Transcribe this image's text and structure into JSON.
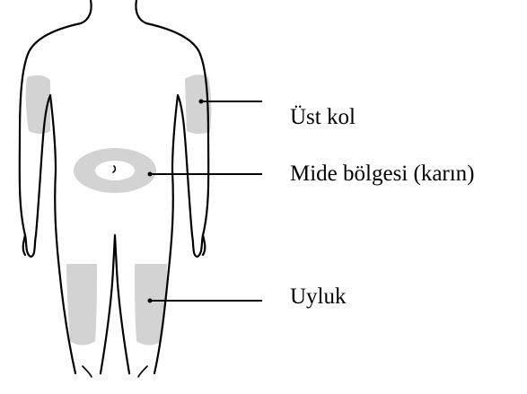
{
  "labels": {
    "upper_arm": "Üst kol",
    "abdomen": "Mide bölgesi (karın)",
    "thigh": "Uyluk"
  },
  "colors": {
    "outline": "#000000",
    "injection_zone": "#d3d3d3",
    "background": "#ffffff"
  }
}
